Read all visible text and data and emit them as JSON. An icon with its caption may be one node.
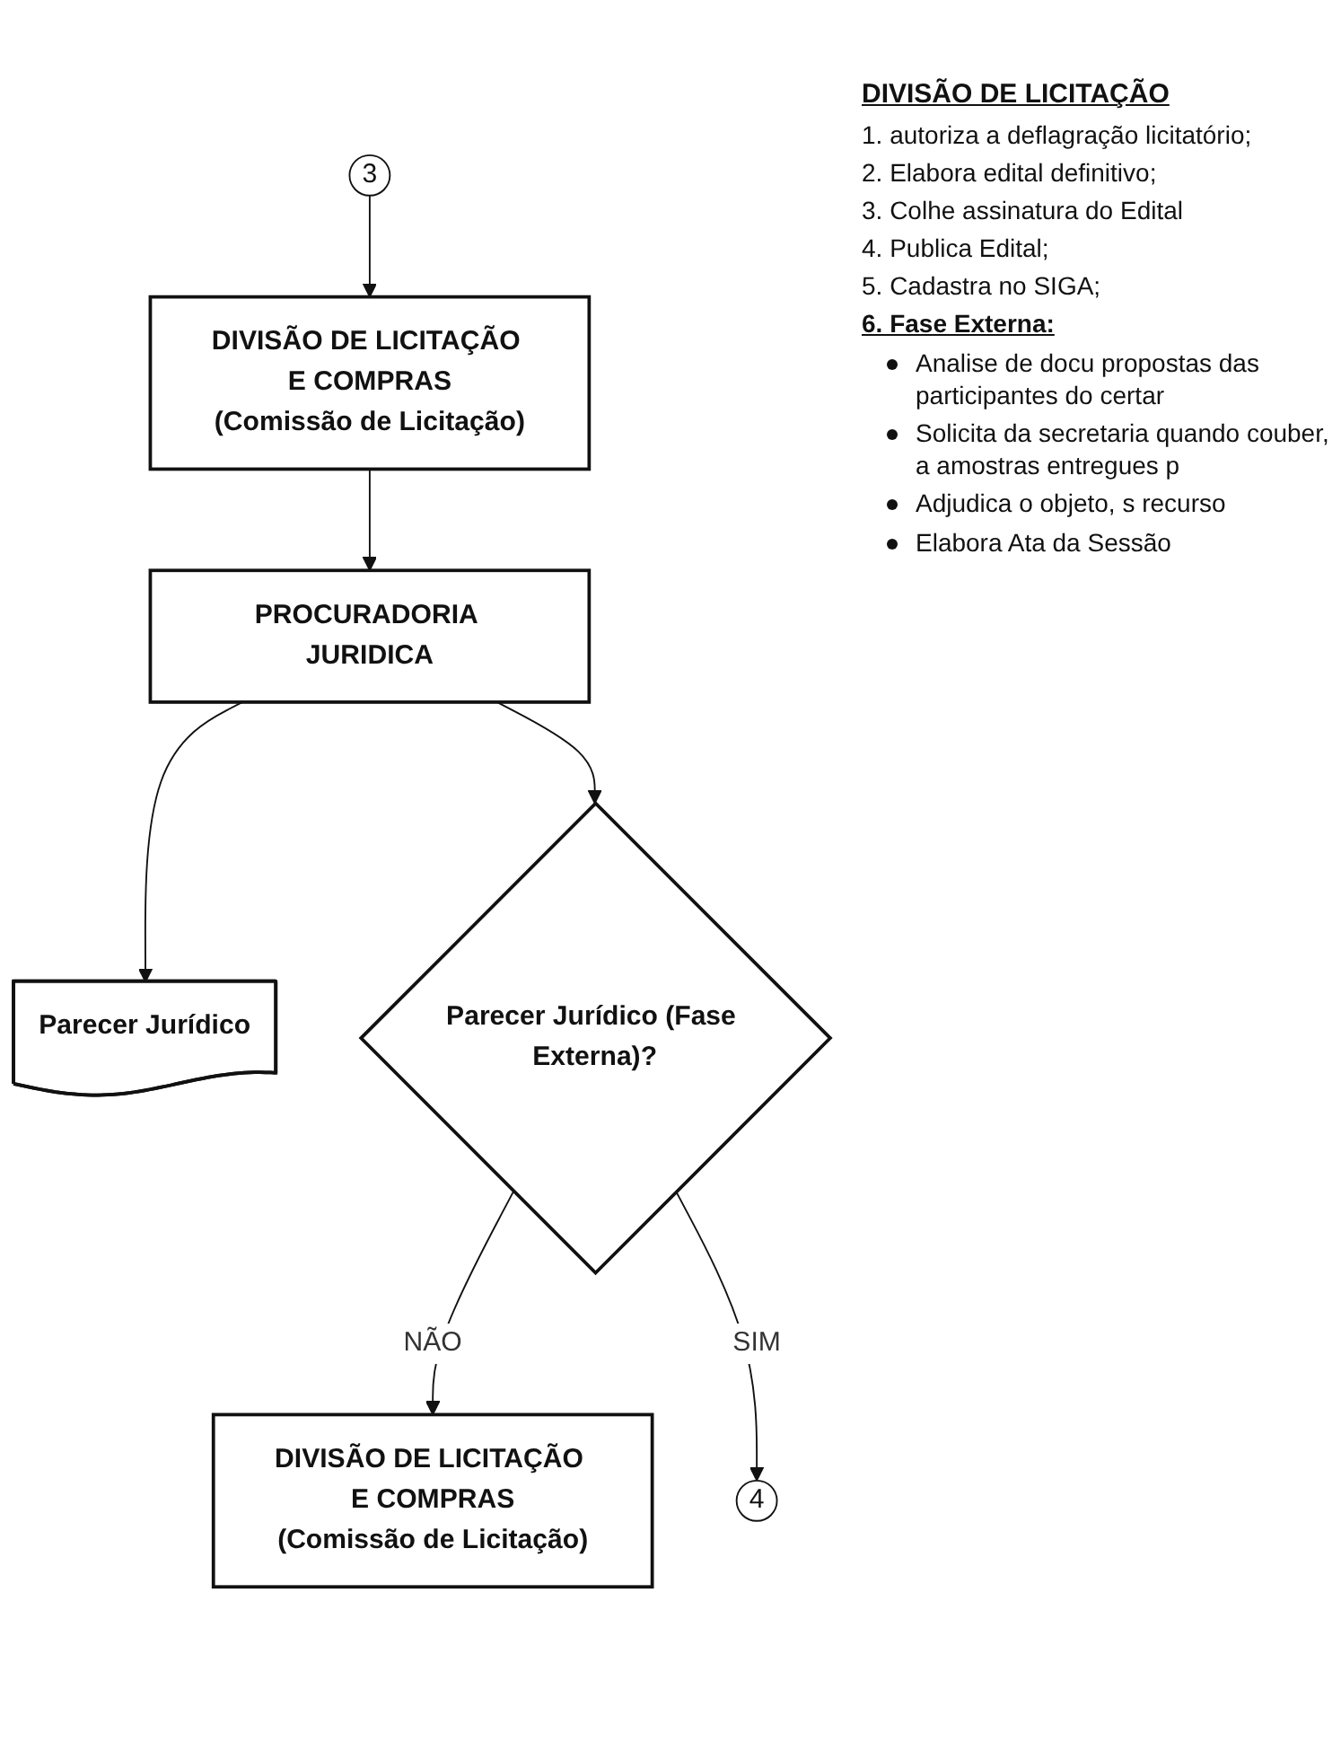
{
  "diagram": {
    "nodes": [
      {
        "text": [
          "3"
        ]
      },
      {
        "text": [
          "DIVISÃO DE LICITAÇÃO E COMPRAS",
          "(Comissão de Licitação)"
        ]
      },
      {
        "text": [
          "PROCURADORIA JURIDICA"
        ]
      },
      {
        "text": [
          "Parecer Jurídico"
        ]
      },
      {
        "text": [
          "Parecer Jurídico (Fase Externa)?"
        ]
      },
      {
        "text": [
          "DIVISÃO DE LICITAÇÃO E COMPRAS",
          "(Comissão de Licitação)"
        ]
      },
      {
        "text": [
          "4"
        ]
      }
    ],
    "edges": [
      {
        "from": 0,
        "to": 1,
        "arrow": "to"
      },
      {
        "from": 1,
        "to": 2,
        "arrow": "to"
      },
      {
        "from": 2,
        "to": 3,
        "arrow": "to"
      },
      {
        "from": 2,
        "to": 4,
        "arrow": "to"
      },
      {
        "from": 4,
        "to": 5,
        "label": "NÃO",
        "arrow": "to"
      },
      {
        "from": 4,
        "to": 6,
        "label": "SIM",
        "arrow": "to"
      }
    ],
    "labels": [
      "DIVISÃO DE LICITAÇÃO",
      "1. autoriza a deflagração licitatório;",
      "2. Elabora edital definitivo;",
      "3. Colhe assinatura do Edital",
      "4. Publica Edital;",
      "5. Cadastra no SIGA;",
      "6. Fase Externa:",
      "Analise de docu propostas das participantes do certar",
      "Solicita da secretaria quando couber, a amostras entregues p",
      "Adjudica o objeto, s recurso",
      "Elabora Ata da Sessão"
    ]
  }
}
